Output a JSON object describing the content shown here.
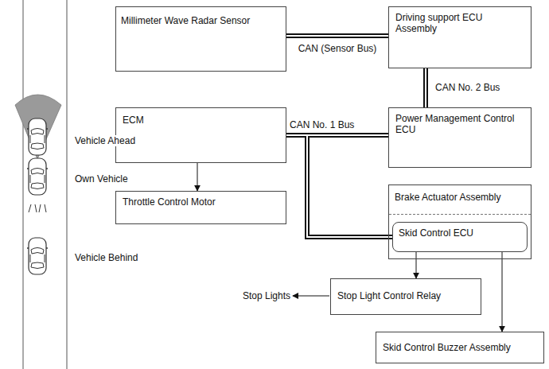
{
  "diagram": {
    "nodes": [
      {
        "text": [
          "Millimeter Wave Radar Sensor"
        ]
      },
      {
        "text": [
          "Driving support ECU Assembly"
        ]
      },
      {
        "text": [
          "ECM"
        ]
      },
      {
        "text": [
          "Power Management Control ECU"
        ]
      },
      {
        "text": [
          "Throttle Control Motor"
        ]
      },
      {
        "text": [
          "Brake Actuator Assembly"
        ]
      },
      {
        "text": [
          "Skid Control ECU"
        ],
        "in": 5
      },
      {
        "text": [
          "Stop Light Control Relay"
        ]
      },
      {
        "text": [
          "Skid Control Buzzer Assembly"
        ]
      }
    ],
    "edges": [
      {
        "from": 0,
        "to": 1,
        "arrow": "none",
        "label": "CAN (Sensor Bus)"
      },
      {
        "from": 1,
        "to": 3,
        "arrow": "none",
        "label": "CAN No. 2 Bus"
      },
      {
        "from": 2,
        "to": 3,
        "arrow": "none",
        "label": "CAN No. 1 Bus"
      },
      {
        "from": 2,
        "to": 6,
        "arrow": "none"
      },
      {
        "from": 3,
        "to": 6,
        "arrow": "none"
      },
      {
        "from": 2,
        "to": 4,
        "arrow": "to"
      },
      {
        "from": 6,
        "to": 7,
        "arrow": "to"
      },
      {
        "from": 6,
        "to": 8,
        "arrow": "to"
      }
    ],
    "labels": [
      "Vehicle Ahead",
      "Own Vehicle",
      "Vehicle Behind",
      "Stop Lights"
    ]
  }
}
